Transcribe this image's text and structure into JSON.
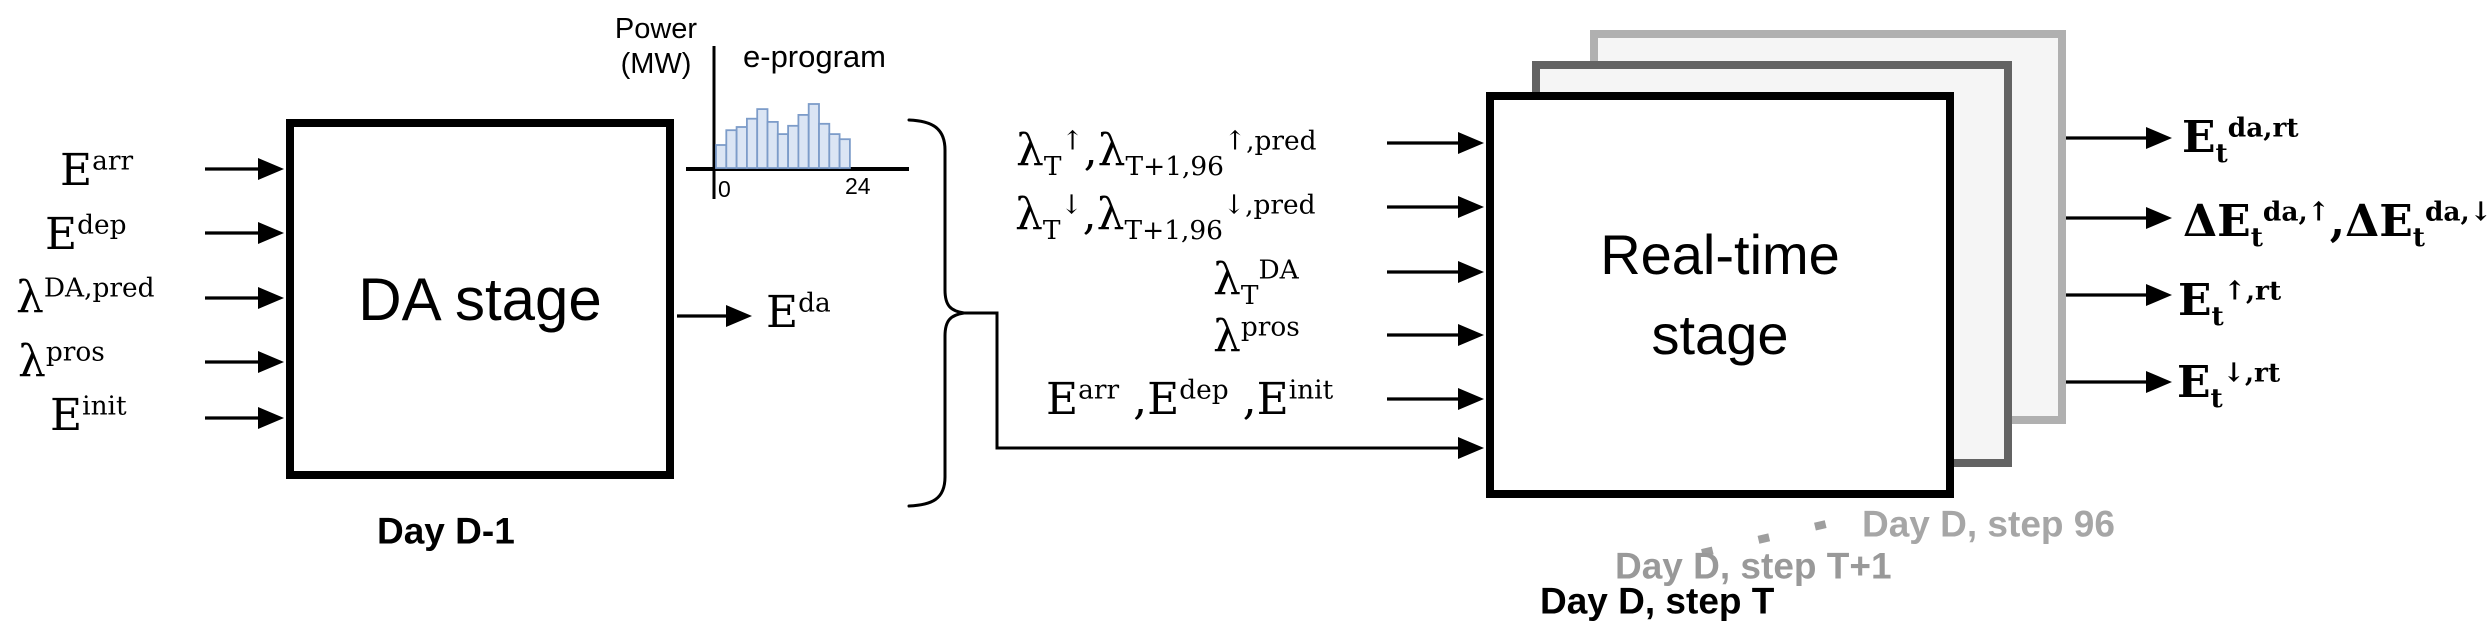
{
  "diagram": {
    "da": {
      "inputs": [
        "E^{arr}",
        "E^{dep}",
        "λ^{DA,pred}",
        "λ^{pros}",
        "E^{init}"
      ],
      "label": "DA stage",
      "caption": "Day D-1",
      "output": "E^{da}"
    },
    "chart": {
      "ylabel_line1": "Power",
      "ylabel_line2": "(MW)",
      "title": "e-program",
      "xtick_left": "0",
      "xtick_right": "24"
    },
    "rt": {
      "inputs": [
        "λ_{T}^{↑},λ_{T+1,96}^{↑,pred}",
        "λ_{T}^{↓},λ_{T+1,96}^{↓,pred}",
        "λ_{T}^{DA}",
        "λ^{pros}",
        "E^{arr} ,E^{dep} ,E^{init}"
      ],
      "label_line1": "Real-time",
      "label_line2": "stage",
      "outputs": [
        "E_{t}^{da,rt}",
        "ΔE_{t}^{da,↑},ΔE_{t}^{da,↓}",
        "E_{t}^{↑,rt}",
        "E_{t}^{↓,rt}"
      ],
      "caption_front": "Day D, step T",
      "caption_middle": "Day D, step T+1",
      "caption_back": "Day D, step 96"
    }
  },
  "chart_data": {
    "type": "bar",
    "title": "e-program",
    "ylabel": "Power (MW)",
    "xlabel": "",
    "x_range": [
      0,
      24
    ],
    "xticks": [
      0,
      24
    ],
    "n_bars": 13,
    "values": [
      0.36,
      0.59,
      0.64,
      0.77,
      0.92,
      0.72,
      0.53,
      0.66,
      0.83,
      1.0,
      0.69,
      0.53,
      0.45
    ],
    "value_note": "relative bar heights; no numeric y-scale shown in figure",
    "grid": false,
    "legend": false
  },
  "colors": {
    "line": "#000000",
    "front_box_border": "#000000",
    "middle_box_border": "#636363",
    "back_box_border": "#b0b0b0",
    "stacked_box_fill": "#f5f5f5",
    "caption_front": "#000000",
    "caption_middle": "#999999",
    "caption_back": "#a6a6a6",
    "bar_fill": "#dbe5f4",
    "bar_stroke": "#7d9cc9",
    "dots": "#8a8a8a"
  }
}
